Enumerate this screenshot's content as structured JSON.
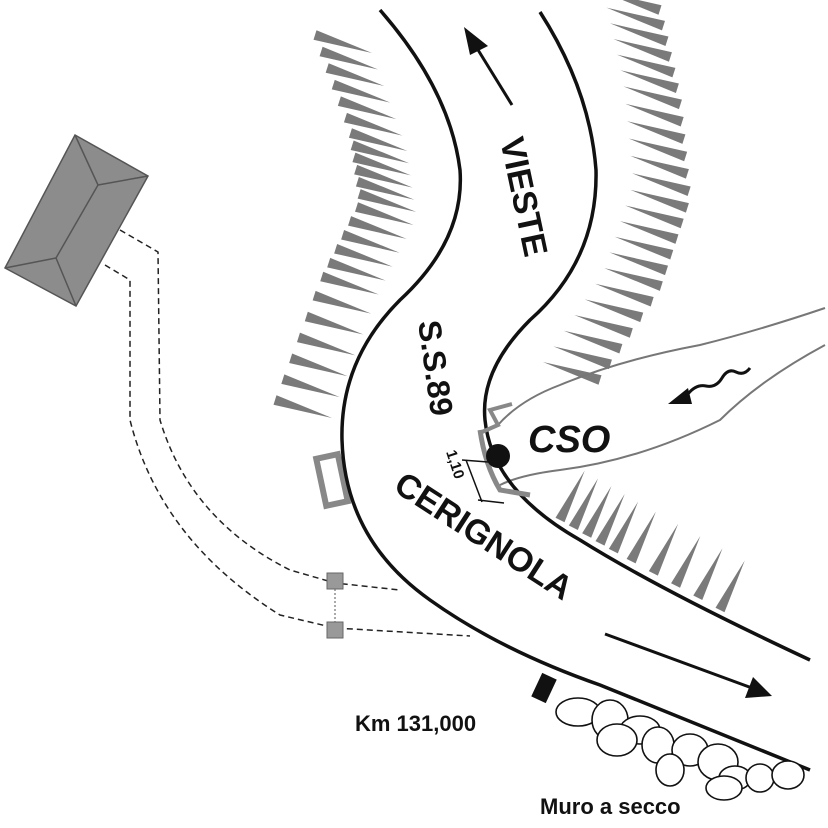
{
  "labels": {
    "north_direction": "VIESTE",
    "road_name": "S.S.89",
    "south_direction": "CERIGNOLA",
    "culvert": "CSO",
    "dimension": "1,10",
    "kilometer": "Km 131,000",
    "wall": "Muro a secco"
  },
  "colors": {
    "line": "#111111",
    "gray": "#8c8c8c",
    "stream": "#777777"
  }
}
